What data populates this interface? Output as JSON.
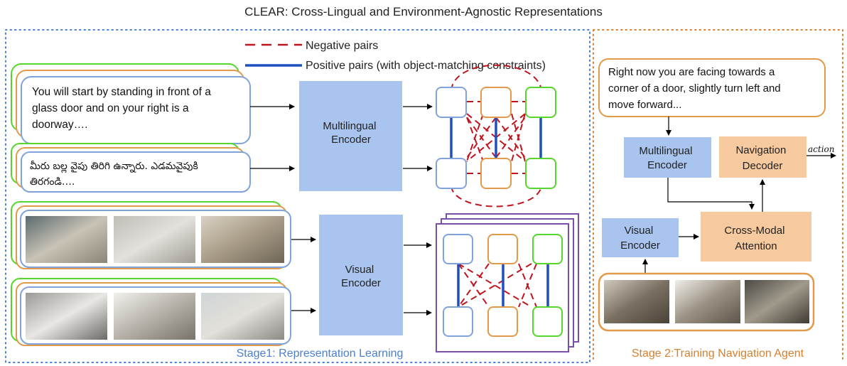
{
  "title": "CLEAR: Cross-Lingual and Environment-Agnostic Representations",
  "legend": {
    "negative": "Negative pairs",
    "positive": "Positive pairs (with object-matching constraints)"
  },
  "stage1": {
    "label": "Stage1: Representation Learning",
    "english_instruction": [
      "You will start by standing in front of a",
      "glass door and on your right is a",
      "doorway…."
    ],
    "telugu_instruction": [
      "మీరు బల్ల వైపు తిరిగి ఉన్నారు. ఎడమవైపుకి",
      "తిరగండి…."
    ],
    "multilingual_encoder": [
      "Multilingual",
      "Encoder"
    ],
    "visual_encoder": [
      "Visual",
      "Encoder"
    ]
  },
  "stage2": {
    "label": "Stage 2:Training Navigation Agent",
    "instruction": [
      "Right now you are facing towards a",
      "corner of a door, slightly turn left and",
      "move forward..."
    ],
    "multilingual_encoder": [
      "Multilingual",
      "Encoder"
    ],
    "navigation_decoder": [
      "Navigation",
      "Decoder"
    ],
    "visual_encoder": [
      "Visual",
      "Encoder"
    ],
    "cross_modal_attention": [
      "Cross-Modal",
      "Attention"
    ],
    "output": "action"
  },
  "colors": {
    "negative": "#c0141c",
    "positive": "#1f4fbf",
    "encoder_blue": "#a9c4ee",
    "decoder_orange": "#f7c99f",
    "green": "#55d62c",
    "orange": "#e09a4a",
    "blue_border": "#7fa3da",
    "stage_label_blue": "#4a7fd0",
    "stage_label_orange": "#d67f2e",
    "purple": "#7a4fa8"
  }
}
